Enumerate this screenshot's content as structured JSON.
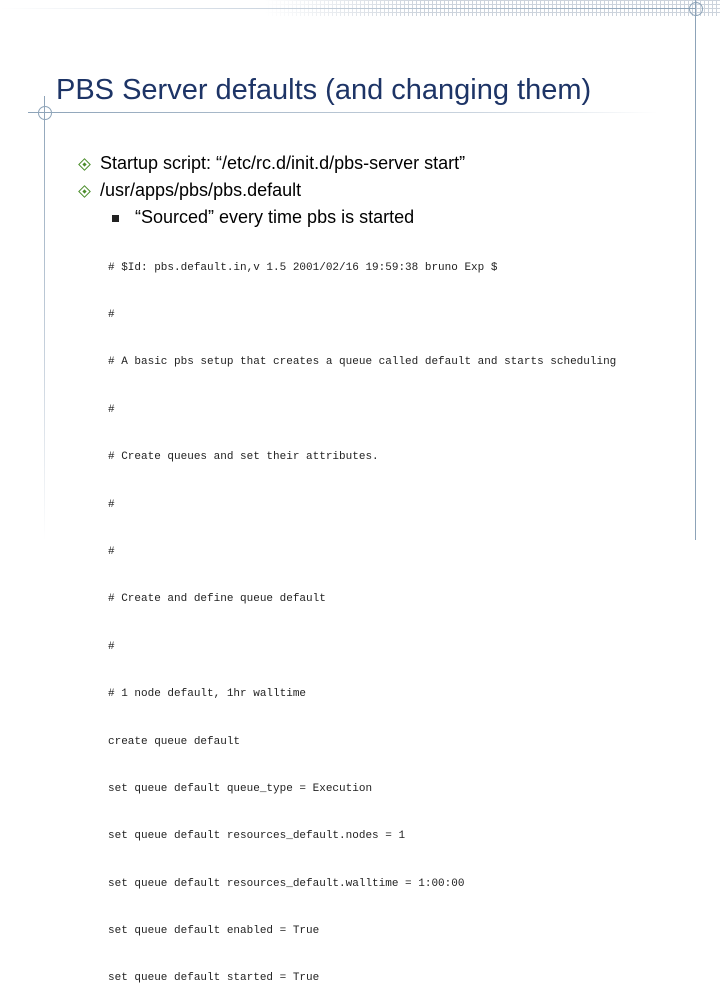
{
  "slide": {
    "title": "PBS Server defaults (and changing them)",
    "bullets": [
      "Startup script: “/etc/rc.d/init.d/pbs-server start”",
      "/usr/apps/pbs/pbs.default"
    ],
    "sub_bullet": "“Sourced” every time pbs is started",
    "code_lines": [
      "# $Id: pbs.default.in,v 1.5 2001/02/16 19:59:38 bruno Exp $",
      "#",
      "# A basic pbs setup that creates a queue called default and starts scheduling",
      "#",
      "# Create queues and set their attributes.",
      "#",
      "#",
      "# Create and define queue default",
      "#",
      "# 1 node default, 1hr walltime",
      "create queue default",
      "set queue default queue_type = Execution",
      "set queue default resources_default.nodes = 1",
      "set queue default resources_default.walltime = 1:00:00",
      "set queue default enabled = True",
      "set queue default started = True"
    ]
  },
  "colors": {
    "title": "#1d3466",
    "bullet": "#4a8c2a",
    "decor": "#8da3b8"
  },
  "icons": {
    "level1_bullet": "diamond-bullet-icon",
    "level2_bullet": "square-bullet-icon"
  }
}
